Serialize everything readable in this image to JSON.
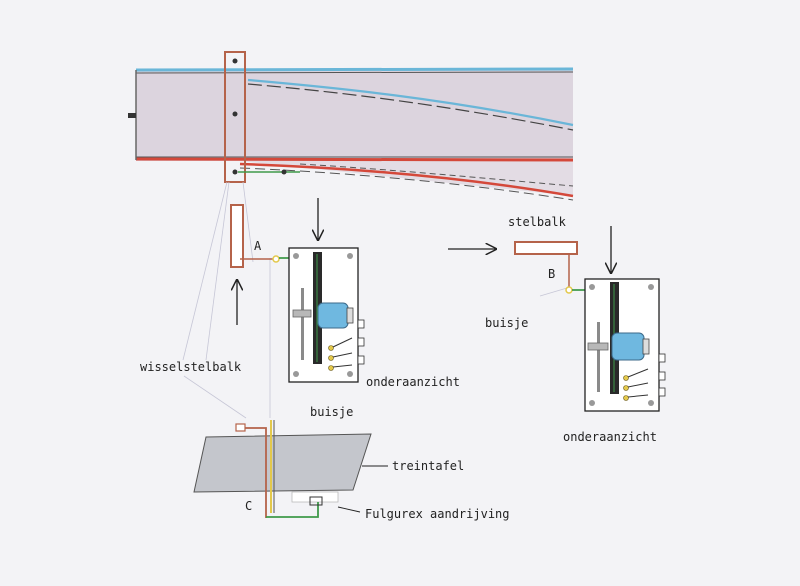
{
  "labels": {
    "a": "A",
    "b": "B",
    "c": "C",
    "stelbalk": "stelbalk",
    "buisje_right": "buisje",
    "buisje_bottom": "buisje",
    "wisselstelbalk": "wisselstelbalk",
    "onderaanzicht_left": "onderaanzicht",
    "onderaanzicht_right": "onderaanzicht",
    "treintafel": "treintafel",
    "aandrijving": "Fulgurex aandrijving"
  },
  "colors": {
    "rail_blue": "#6ab6d8",
    "rail_red": "#d4483a",
    "track_fill": "#dcd4de",
    "beam": "#b5634a",
    "wire_green": "#3f9a4a",
    "wire_yellow": "#e3c84a",
    "motor": "#6fb8e0",
    "table": "#c4c6cc",
    "ink": "#222222"
  }
}
